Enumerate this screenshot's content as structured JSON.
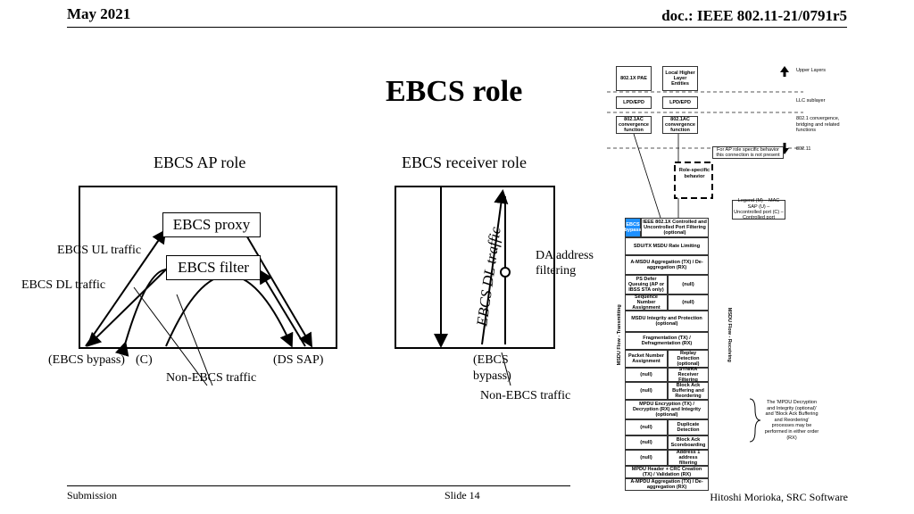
{
  "header": {
    "date": "May 2021",
    "doc": "doc.: IEEE 802.11-21/0791r5"
  },
  "title": "EBCS role",
  "left_diagram": {
    "heading": "EBCS AP role",
    "proxy": "EBCS proxy",
    "filter": "EBCS filter",
    "ul_traffic": "EBCS UL traffic",
    "dl_traffic": "EBCS DL traffic",
    "bypass": "(EBCS bypass)",
    "c": "(C)",
    "ds_sap": "(DS SAP)",
    "non_ebcs": "Non-EBCS traffic"
  },
  "right_diagram": {
    "heading": "EBCS receiver role",
    "dl_traffic": "EBCS DL traffic",
    "da_filtering": "DA address filtering",
    "bypass_line1": "(EBCS",
    "bypass_line2": "bypass)",
    "non_ebcs": "Non-EBCS traffic"
  },
  "stack_figure": {
    "pae": "802.1X PAE",
    "local_entities": "Local Higher Layer Entities",
    "upper_layers": "Upper Layers",
    "lpd1": "LPD/EPD",
    "lpd2": "LPD/EPD",
    "llc": "LLC sublayer",
    "conv1": "802.1AC convergence function",
    "conv2": "802.1AC convergence function",
    "conv_note": "802.1 convergence, bridging and related functions",
    "label_80211": "802.11",
    "ap_note": "For AP role specific behavior this connection is not present",
    "role": "Role-specific behavior",
    "legend": "Legend (M) – MAC SAP (U) – Uncontrolled port (C) – Controlled port",
    "ebcs_bypass": "EBCS bypass",
    "ieee_8021x": "IEEE 802.1X Controlled and Uncontrolled Port Filtering (optional)",
    "sdu_rate": "SDU/TX MSDU Rate Limiting",
    "amsdu": "A-MSDU Aggregation (TX) / De-aggregation (RX)",
    "ps_defer": "PS Defer Queuing (AP or IBSS STA only)",
    "null": "(null)",
    "seq_num": "Sequence Number Assignment",
    "msdu_integrity": "MSDU Integrity and Protection (optional)",
    "fragmentation": "Fragmentation (TX) / Defragmentation (RX)",
    "pn_assign": "Packet Number Assignment",
    "replay": "Replay Detection (optional)",
    "syn_recv": "SYN/RA Receiver Filtering",
    "block_ack": "Block Ack Buffering and Reordering",
    "mpdu_enc": "MPDU Encryption (TX) / Decryption (RX) and Integrity (optional)",
    "duplicate": "Duplicate Detection",
    "block_ack_sb": "Block Ack Scoreboarding",
    "addr1": "Address 1 address filtering",
    "mpdu_header": "MPDU Header + CRC Creation (TX) / Validation (RX)",
    "ampdu": "A-MPDU Aggregation (TX) / De-aggregation (RX)",
    "tx_flow": "MSDU Flow - Transmitting",
    "rx_flow": "MSDU Flow - Receiving",
    "side_note": "The 'MPDU Decryption and Integrity (optional)' and 'Block Ack Buffering and Reordering' processes may be performed in either order (RX)"
  },
  "footer": {
    "left": "Submission",
    "center": "Slide 14",
    "right": "Hitoshi Morioka, SRC Software"
  }
}
